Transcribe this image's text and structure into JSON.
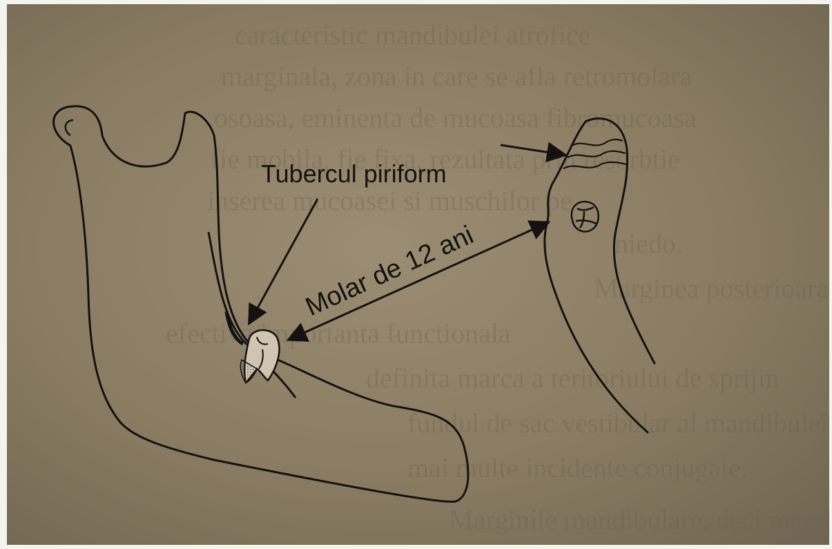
{
  "diagram": {
    "labels": {
      "tubercle": "Tubercul piriform",
      "molar": "Molar de 12 ani"
    },
    "background_text_lines": [
      "caracteristic mandibulei atrofice",
      "marginala, zona in care se afla retromolara",
      "osoasa, eminenta de mucoasa fibromucoasa",
      "fie mobila, fie fixa, rezultata prin resorbtie",
      "inserea mucoasei si muschilor pe",
      "niedo.",
      "Marginea posterioara, limita",
      "efectiva importanta functionala",
      "definita marca a teritoriului de sprijin",
      "fundul de sac vestibular al mandibulei",
      "mai multe incidente conjugate.",
      "Marginile mandibulare, deci marcheaza"
    ],
    "colors": {
      "paper": "#8f8169",
      "ink": "#141210",
      "frame": "#f3f4ee"
    }
  }
}
